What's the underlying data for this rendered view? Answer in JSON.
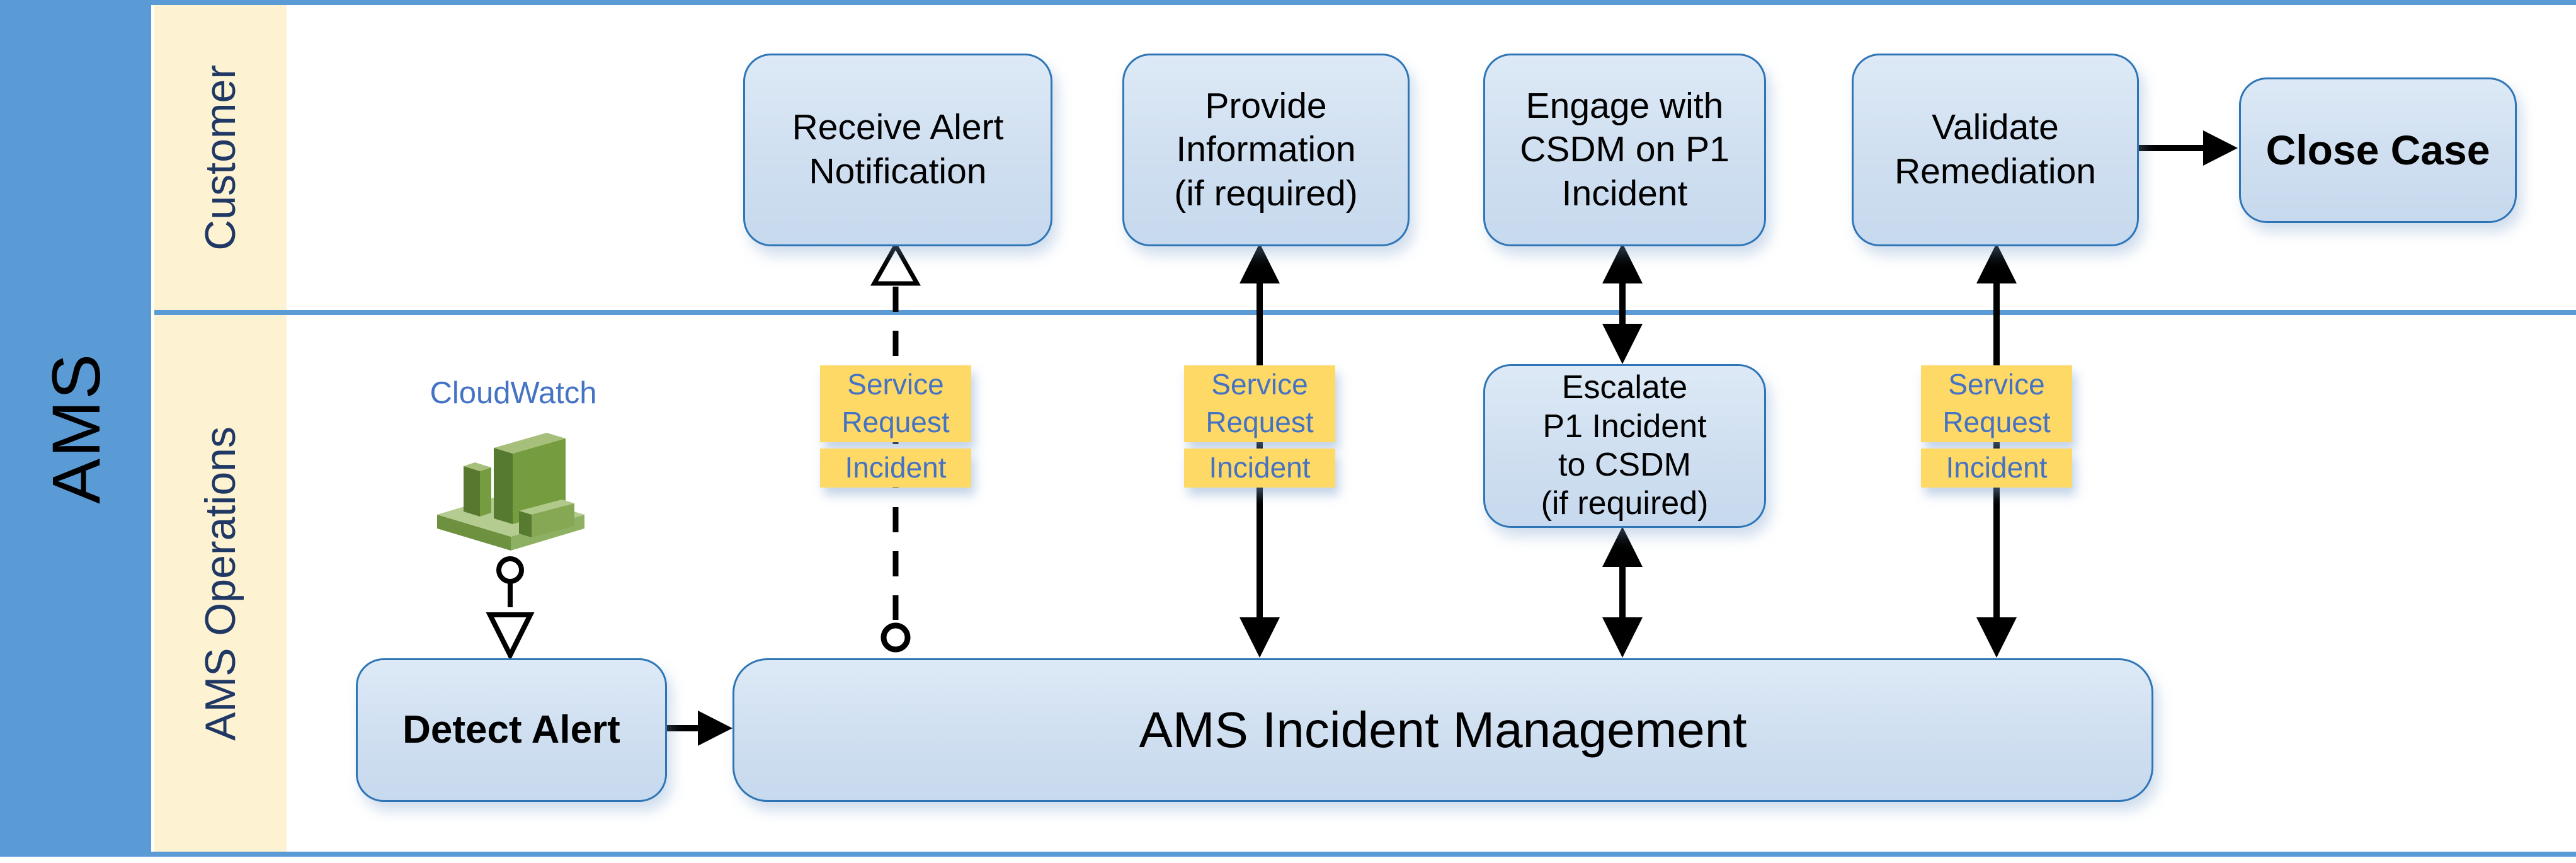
{
  "diagram": {
    "group_label": "AMS",
    "lanes": {
      "customer": {
        "label": "Customer"
      },
      "ams_operations": {
        "label": "AMS Operations"
      }
    },
    "nodes": {
      "receive_alert": {
        "label": "Receive Alert\nNotification",
        "lane": "customer"
      },
      "provide_information": {
        "label": "Provide\nInformation\n(if required)",
        "lane": "customer"
      },
      "engage_csdm": {
        "label": "Engage with\nCSDM on P1\nIncident",
        "lane": "customer"
      },
      "validate_remediation": {
        "label": "Validate\nRemediation",
        "lane": "customer"
      },
      "close_case": {
        "label": "Close Case",
        "lane": "customer"
      },
      "escalate_p1": {
        "label": "Escalate\nP1 Incident\nto CSDM\n(if required)",
        "lane": "ams_operations"
      },
      "detect_alert": {
        "label": "Detect Alert",
        "lane": "ams_operations"
      },
      "ams_incident_management": {
        "label": "AMS Incident Management",
        "lane": "ams_operations"
      }
    },
    "cloudwatch": {
      "label": "CloudWatch",
      "icon": "cloudwatch-icon"
    },
    "tag_labels": {
      "service_request": "Service\nRequest",
      "incident": "Incident"
    },
    "colors": {
      "lane_bar": "#5b9bd5",
      "lane_label_bg": "#fdf2d2",
      "lane_label_text": "#1f3864",
      "node_fill": "#cfdff0",
      "node_border": "#2e75b6",
      "tag_bg": "#ffd965",
      "tag_text": "#4472c4",
      "arrow": "#000000",
      "cloudwatch_green": "#759c3e",
      "text": "#000000"
    }
  }
}
